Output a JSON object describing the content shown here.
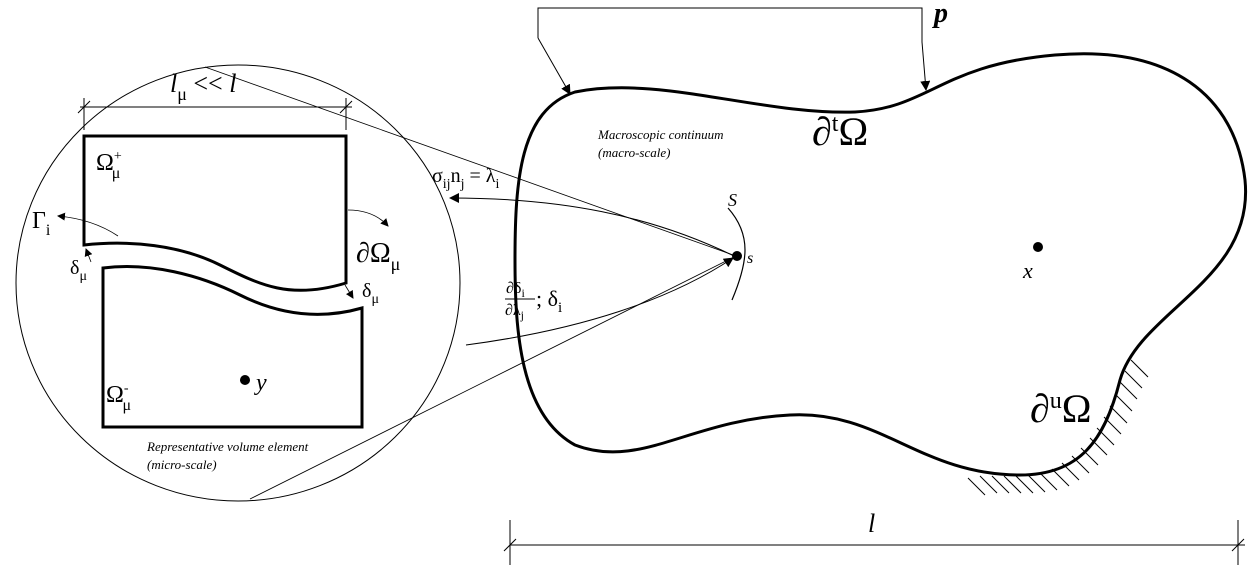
{
  "labels": {
    "p": "p",
    "boundary_t_prefix": "∂",
    "boundary_t_sup": "t",
    "boundary_t_omega": "Ω",
    "boundary_u_prefix": "∂",
    "boundary_u_sup": "u",
    "boundary_u_omega": "Ω",
    "macro_caption_line1": "Macroscopic continuum",
    "macro_caption_line2": "(macro-scale)",
    "micro_caption_line1": "Representative volume element",
    "micro_caption_line2": "(micro-scale)",
    "S_upper": "S",
    "s_lower": "s",
    "x": "x",
    "y": "y",
    "l_macro": "l",
    "l_micro_l": "l",
    "l_micro_mu": "μ",
    "l_micro_rest": " << ",
    "l_micro_l2": "l",
    "omega_plus_main": "Ω",
    "omega_plus_sub": "μ",
    "omega_plus_sup": "+",
    "omega_minus_main": "Ω",
    "omega_minus_sub": "μ",
    "omega_minus_sup": "-",
    "gamma_main": "Γ",
    "gamma_sub": "i",
    "delta_left_main": "δ",
    "delta_left_sub": "μ",
    "delta_right_main": "δ",
    "delta_right_sub": "μ",
    "dOmega_mu_main": "∂Ω",
    "dOmega_mu_sub": "μ",
    "traction_sigma": "σ",
    "traction_ij": "ij",
    "traction_n": "n",
    "traction_j": "j",
    "traction_eq": " = λ",
    "traction_i": "i",
    "frac_num_d": "∂δ",
    "frac_num_i": "i",
    "frac_den_d": "∂λ",
    "frac_den_j": "j",
    "frac_tail": "; δ",
    "frac_tail_i": "i"
  }
}
